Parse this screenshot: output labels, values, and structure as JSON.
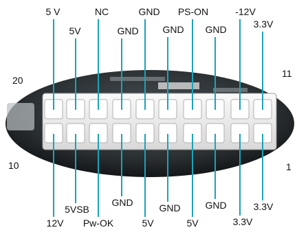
{
  "top_labels": [
    "5 V",
    "5V",
    "NC",
    "GND",
    "GND",
    "GND",
    "PS-ON",
    "GND",
    "-12V",
    "3.3V"
  ],
  "bottom_labels": [
    "12V",
    "5VSB",
    "Pw-OK",
    "GND",
    "5V",
    "GND",
    "5V",
    "GND",
    "3.3V",
    "3.3V"
  ],
  "pin_numbers": {
    "top_left": "20",
    "top_right": "11",
    "bottom_left": "10",
    "bottom_right": "1"
  },
  "colors": {
    "line": "#1aa3b8",
    "board": "#2e3336",
    "connector": "#f2f2f2"
  }
}
